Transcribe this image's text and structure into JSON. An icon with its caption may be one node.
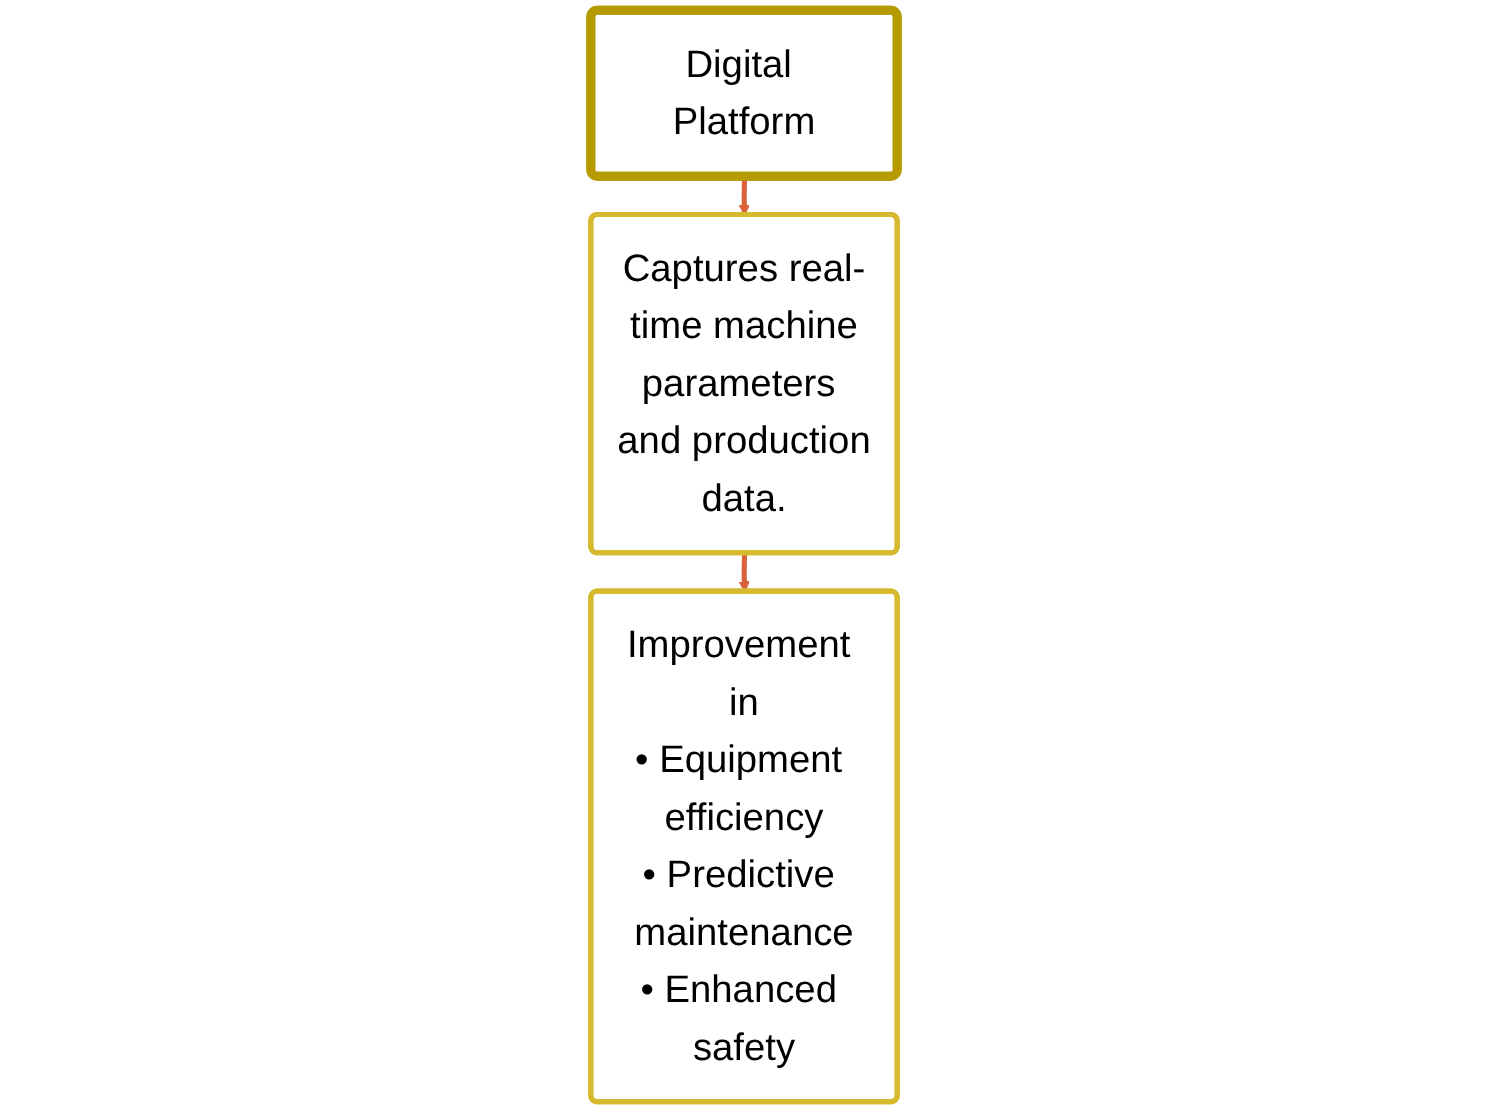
{
  "diagram": {
    "nodes": [
      {
        "text": [
          "Digital Platform"
        ]
      },
      {
        "text": [
          "Captures real-time machine parameters and production data."
        ]
      },
      {
        "text": [
          "Improvement in",
          "• Equipment efficiency",
          "• Predictive maintenance",
          "• Enhanced safety"
        ]
      }
    ],
    "edges": [
      {
        "from": 0,
        "to": 1,
        "arrow": "to"
      },
      {
        "from": 1,
        "to": 2,
        "arrow": "to"
      }
    ]
  }
}
